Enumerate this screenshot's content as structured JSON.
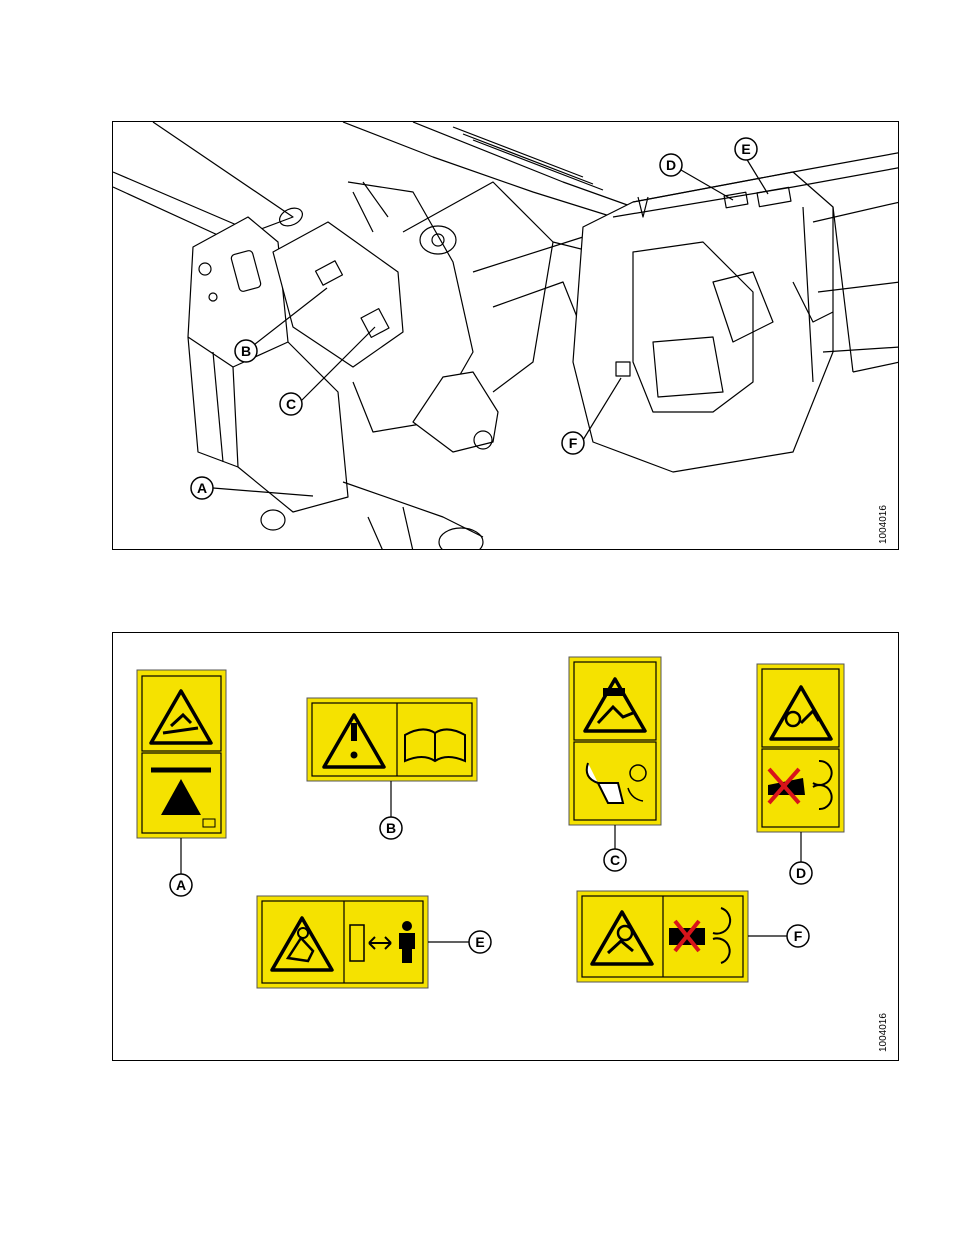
{
  "figure1": {
    "figure_id": "1004016",
    "callouts": [
      "A",
      "B",
      "C",
      "D",
      "E",
      "F"
    ]
  },
  "figure2": {
    "figure_id": "1004016",
    "decals": [
      {
        "letter": "A",
        "icon": "slip-fall-warning-decal"
      },
      {
        "letter": "B",
        "icon": "read-manual-warning-decal"
      },
      {
        "letter": "C",
        "icon": "crush-hazard-lock-decal"
      },
      {
        "letter": "D",
        "icon": "entanglement-hazard-decal"
      },
      {
        "letter": "E",
        "icon": "crush-keep-clear-decal"
      },
      {
        "letter": "F",
        "icon": "rotating-parts-hazard-decal"
      }
    ]
  },
  "colors": {
    "decal_yellow": "#f5e200",
    "line": "#000000",
    "prohibit_red": "#d8141a"
  }
}
